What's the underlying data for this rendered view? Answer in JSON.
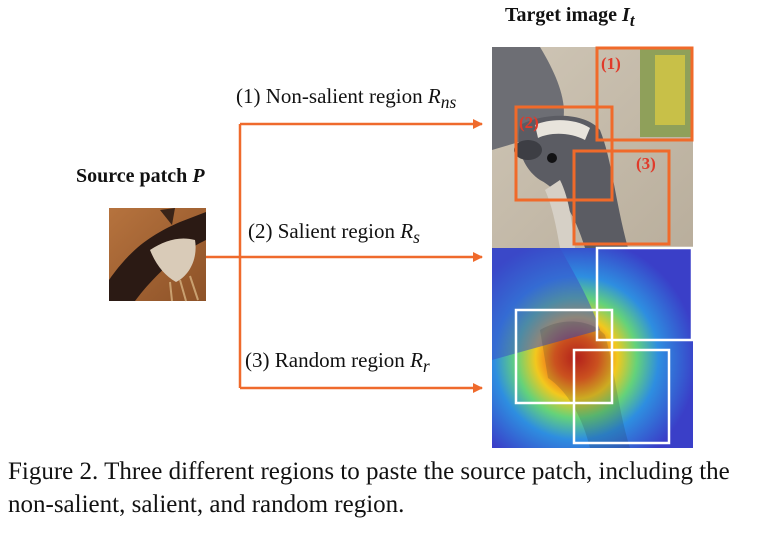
{
  "figure": {
    "target_title": "Target image",
    "target_symbol": "I",
    "target_subscript": "t",
    "source_title": "Source patch",
    "source_symbol": "P",
    "regions": [
      {
        "number": "(1)",
        "text": "Non-salient region",
        "symbol": "R",
        "subscript": "ns",
        "box_label": "(1)"
      },
      {
        "number": "(2)",
        "text": "Salient region",
        "symbol": "R",
        "subscript": "s",
        "box_label": "(2)"
      },
      {
        "number": "(3)",
        "text": "Random region",
        "symbol": "R",
        "subscript": "r",
        "box_label": "(3)"
      }
    ],
    "caption": "Figure 2. Three different regions to paste the source patch, including the non-salient, salient, and random region.",
    "colors": {
      "arrow": "#ef6a2c",
      "region_box": "#f06a2a",
      "region_box_label": "#e03a2a",
      "heatmap_box": "#ffffff"
    }
  }
}
